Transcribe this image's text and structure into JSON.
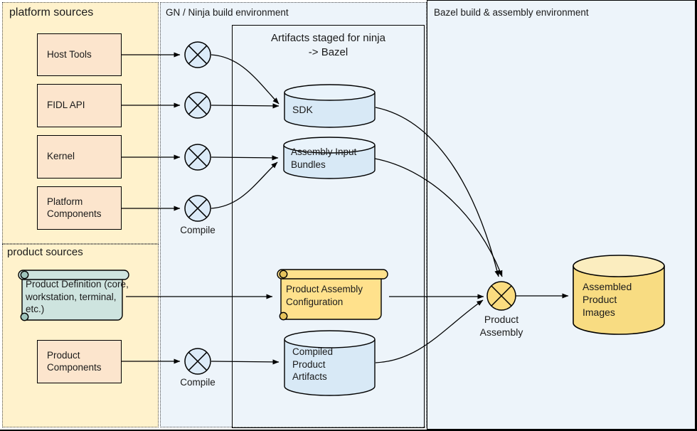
{
  "panels": {
    "platform_sources": "platform sources",
    "product_sources": "product sources",
    "gn_ninja": "GN / Ninja build environment",
    "bazel": "Bazel build & assembly environment",
    "staging_title": "Artifacts staged for ninja -> Bazel"
  },
  "nodes": {
    "host_tools": "Host Tools",
    "fidl_api": "FIDL API",
    "kernel": "Kernel",
    "platform_components": "Platform Components",
    "product_definition": "Product Definition (core, workstation, terminal, etc.)",
    "product_components": "Product Components",
    "sdk": "SDK",
    "assembly_input_bundles": "Assembly Input Bundles",
    "product_assembly_configuration": "Product Assembly Configuration",
    "compiled_product_artifacts": "Compiled Product Artifacts",
    "assembled_product_images": "Assembled Product Images"
  },
  "process_labels": {
    "compile_platform": "Compile",
    "compile_product": "Compile",
    "product_assembly": "Product Assembly"
  },
  "colors": {
    "platform_panel_bg": "#FFF2CC",
    "build_panel_bg": "#EDF4FA",
    "source_box_bg": "#FCE5CD",
    "blue_cylinder_body": "#D8E9F6",
    "blue_cylinder_top": "#E9F3FB",
    "teal_scroll": "#CEE4DF",
    "yellow_scroll": "#FFE18C",
    "yellow_cylinder_body": "#F8DC82",
    "yellow_cylinder_top": "#FBEDBF",
    "compile_node_fill": "#DCEBF8",
    "assembly_node_fill": "#FBDC80",
    "stroke": "#000000"
  }
}
